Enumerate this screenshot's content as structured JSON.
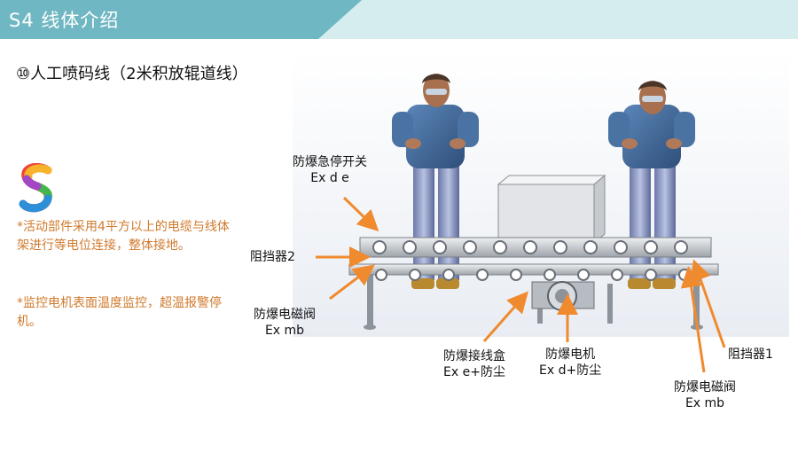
{
  "header": {
    "title": "S4 线体介绍"
  },
  "subtitle": "⑩人工喷码线（2米积放辊道线）",
  "notes": [
    "*活动部件采用4平方以上的电缆与线体架进行等电位连接，整体接地。",
    "*监控电机表面温度监控，超温报警停机。"
  ],
  "labels": {
    "estop": {
      "line1": "防爆急停开关",
      "line2": "Ex d e"
    },
    "stopper2": {
      "line1": "阻挡器2"
    },
    "valve_left": {
      "line1": "防爆电磁阀",
      "line2": "Ex mb"
    },
    "junction_box": {
      "line1": "防爆接线盒",
      "line2": "Ex e+防尘"
    },
    "motor": {
      "line1": "防爆电机",
      "line2": "Ex d+防尘"
    },
    "stopper1": {
      "line1": "阻挡器1"
    },
    "valve_right": {
      "line1": "防爆电磁阀",
      "line2": "Ex mb"
    }
  },
  "colors": {
    "accent": "#6fb7c2",
    "header_light": "#d6edf0",
    "note": "#d07a2c",
    "arrow": "#f08a2e"
  }
}
